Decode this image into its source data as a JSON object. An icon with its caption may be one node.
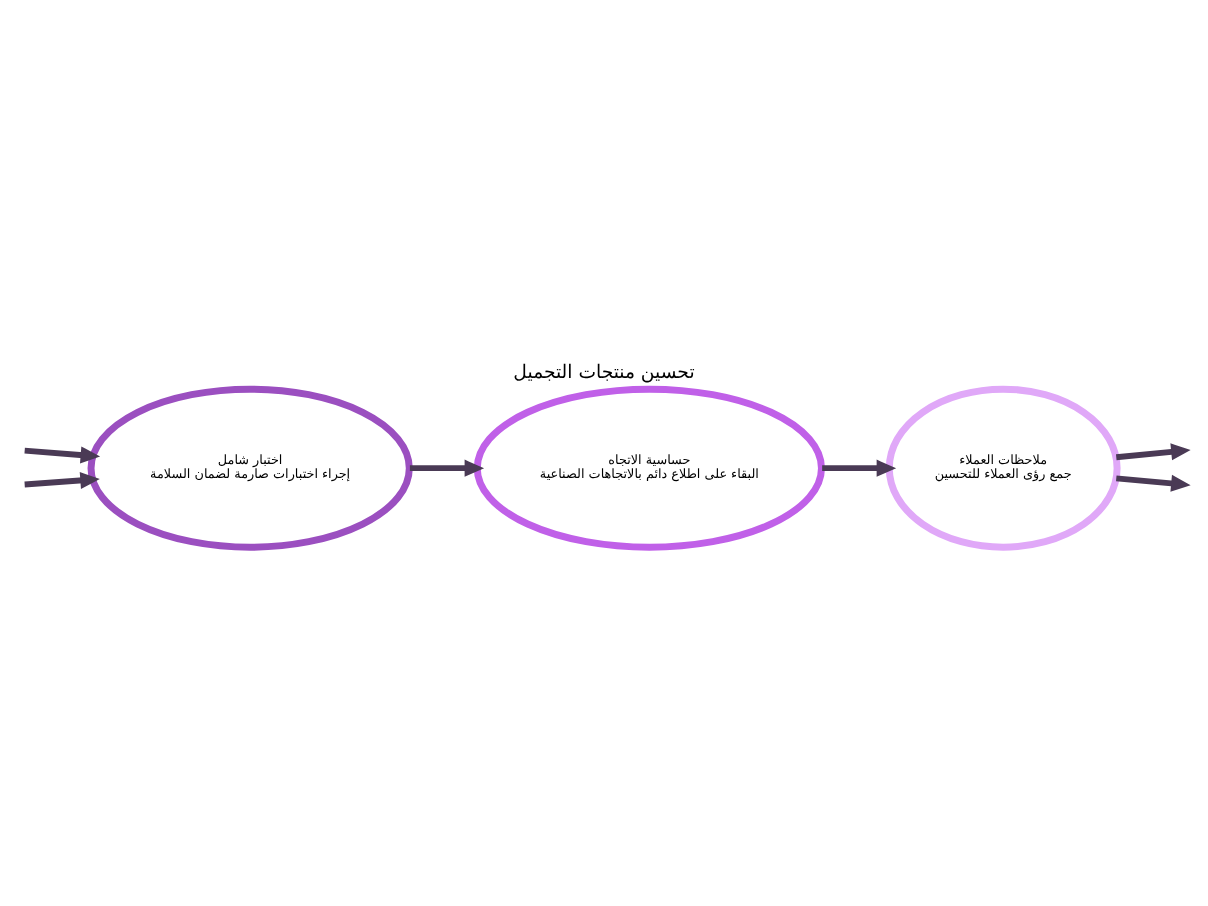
{
  "diagram": {
    "title": "تحسين منتجات التجميل",
    "nodes": [
      {
        "text": [
          "اختبار شامل",
          "إجراء اختبارات صارمة لضمان السلامة"
        ]
      },
      {
        "text": [
          "حساسية الاتجاه",
          "البقاء على اطلاع دائم بالاتجاهات الصناعية"
        ]
      },
      {
        "text": [
          "ملاحظات العملاء",
          "جمع رؤى العملاء للتحسين"
        ]
      }
    ],
    "edges": [
      {
        "from": null,
        "to": 0,
        "arrow": "to"
      },
      {
        "from": null,
        "to": 0,
        "arrow": "to"
      },
      {
        "from": 0,
        "to": 1,
        "arrow": "to"
      },
      {
        "from": 1,
        "to": 2,
        "arrow": "to"
      },
      {
        "from": 2,
        "to": null,
        "arrow": "to"
      },
      {
        "from": 2,
        "to": null,
        "arrow": "to"
      }
    ]
  }
}
